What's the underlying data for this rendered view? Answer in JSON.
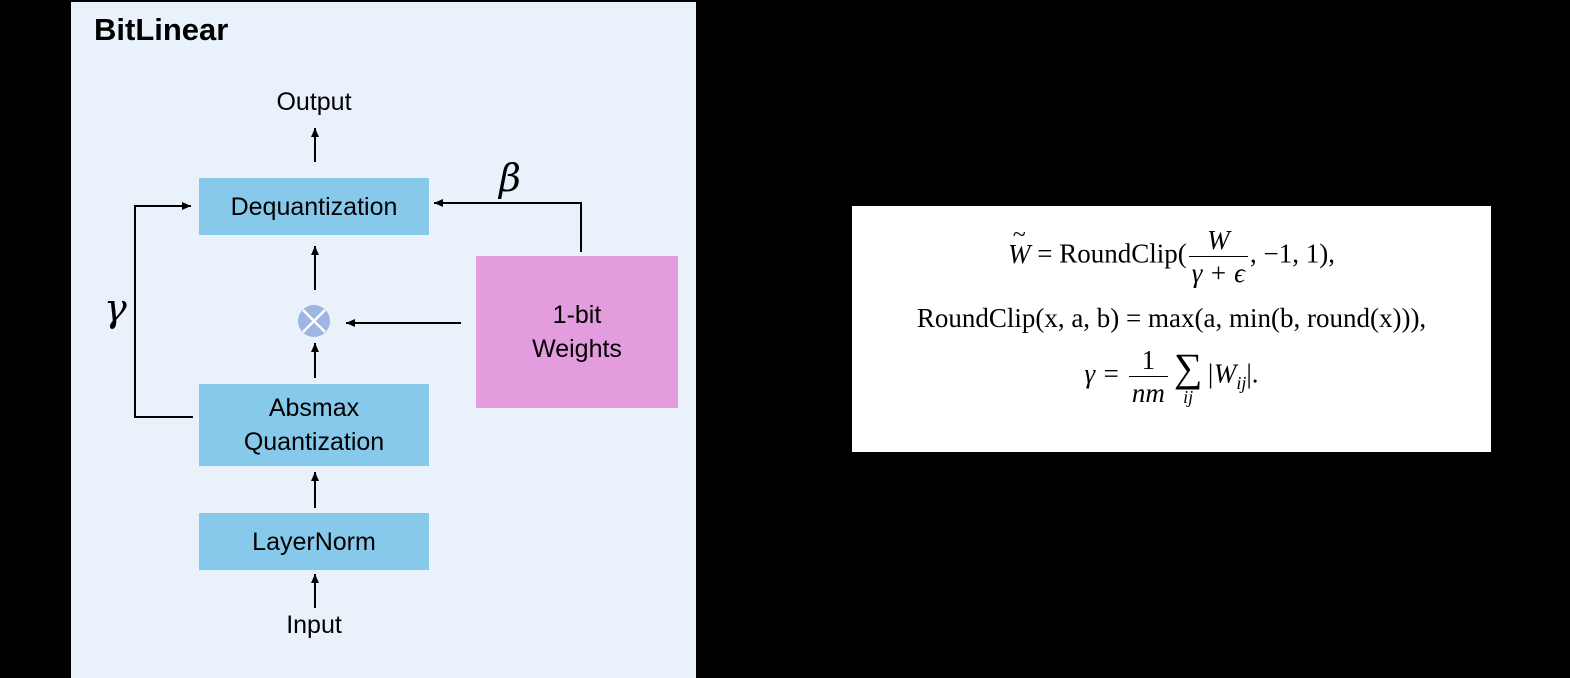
{
  "diagram": {
    "title": "BitLinear",
    "output_label": "Output",
    "input_label": "Input",
    "gamma_label": "γ",
    "beta_label": "β",
    "boxes": {
      "dequantization": "Dequantization",
      "absmax": "Absmax\nQuantization",
      "layernorm": "LayerNorm",
      "weights": "1-bit\nWeights"
    },
    "colors": {
      "panel_background": "#e9f2fa",
      "op_box": "#87c9ea",
      "weights_box": "#e39cdd",
      "multiply_node": "#9fb5e3"
    },
    "icons": {
      "multiply": "circled-times-icon"
    }
  },
  "formulas": {
    "line1": {
      "lhs": "W",
      "eq": "= RoundClip(",
      "num": "W",
      "den": "γ + ϵ",
      "tail": ", −1, 1),"
    },
    "line2": "RoundClip(x, a, b) = max(a, min(b, round(x))),",
    "line3": {
      "lhs": "γ =",
      "num": "1",
      "den": "nm",
      "sigma": "∑",
      "sigma_sub": "ij",
      "tail_pre": "|W",
      "tail_sub": "ij",
      "tail_post": "|."
    }
  }
}
